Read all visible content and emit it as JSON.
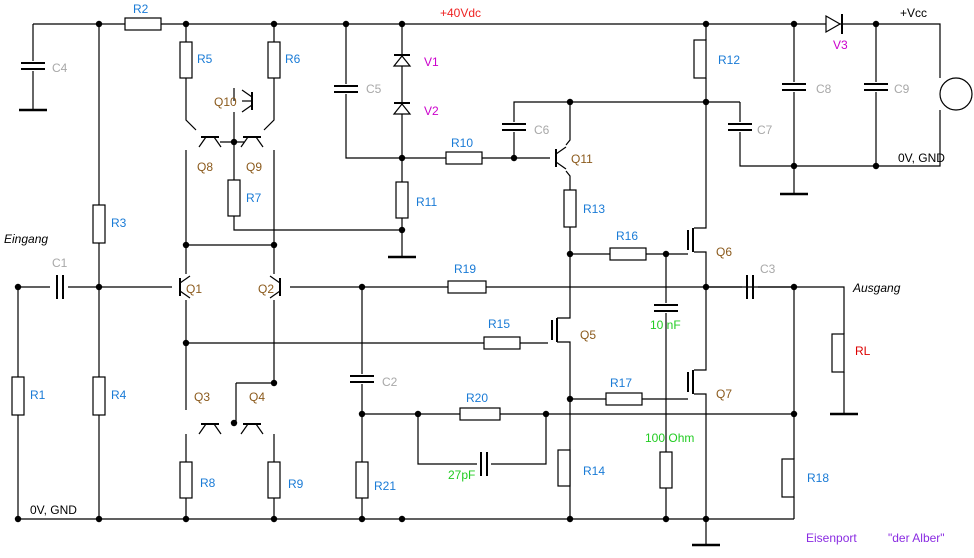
{
  "colors": {
    "wire": "#000000",
    "resistor_label": "#1a7bd6",
    "cap_label": "#a8a8a8",
    "transistor_label": "#8b5a1c",
    "diode_label": "#cc00cc",
    "rl_label": "#dd0000",
    "value_label": "#22cc22",
    "supply_label": "#ee2222",
    "credit_label": "#8a2be2"
  },
  "labels": {
    "supply": "+40Vdc",
    "vcc": "+Vcc",
    "gnd_right": "0V, GND",
    "gnd_left": "0V, GND",
    "input": "Eingang",
    "output": "Ausgang",
    "credit_left": "Eisenport",
    "credit_right": "\"der Alber\"",
    "cap_10nf": "10 nF",
    "cap_27pf": "27pF",
    "res_100ohm": "100 Ohm"
  },
  "resistors": {
    "R1": "R1",
    "R2": "R2",
    "R3": "R3",
    "R4": "R4",
    "R5": "R5",
    "R6": "R6",
    "R7": "R7",
    "R8": "R8",
    "R9": "R9",
    "R10": "R10",
    "R11": "R11",
    "R12": "R12",
    "R13": "R13",
    "R14": "R14",
    "R15": "R15",
    "R16": "R16",
    "R17": "R17",
    "R18": "R18",
    "R19": "R19",
    "R20": "R20",
    "R21": "R21",
    "RL": "RL"
  },
  "capacitors": {
    "C1": "C1",
    "C2": "C2",
    "C3": "C3",
    "C4": "C4",
    "C5": "C5",
    "C6": "C6",
    "C7": "C7",
    "C8": "C8",
    "C9": "C9"
  },
  "transistors": {
    "Q1": "Q1",
    "Q2": "Q2",
    "Q3": "Q3",
    "Q4": "Q4",
    "Q5": "Q5",
    "Q6": "Q6",
    "Q7": "Q7",
    "Q8": "Q8",
    "Q9": "Q9",
    "Q10": "Q10",
    "Q11": "Q11"
  },
  "diodes": {
    "V1": "V1",
    "V2": "V2",
    "V3": "V3"
  }
}
